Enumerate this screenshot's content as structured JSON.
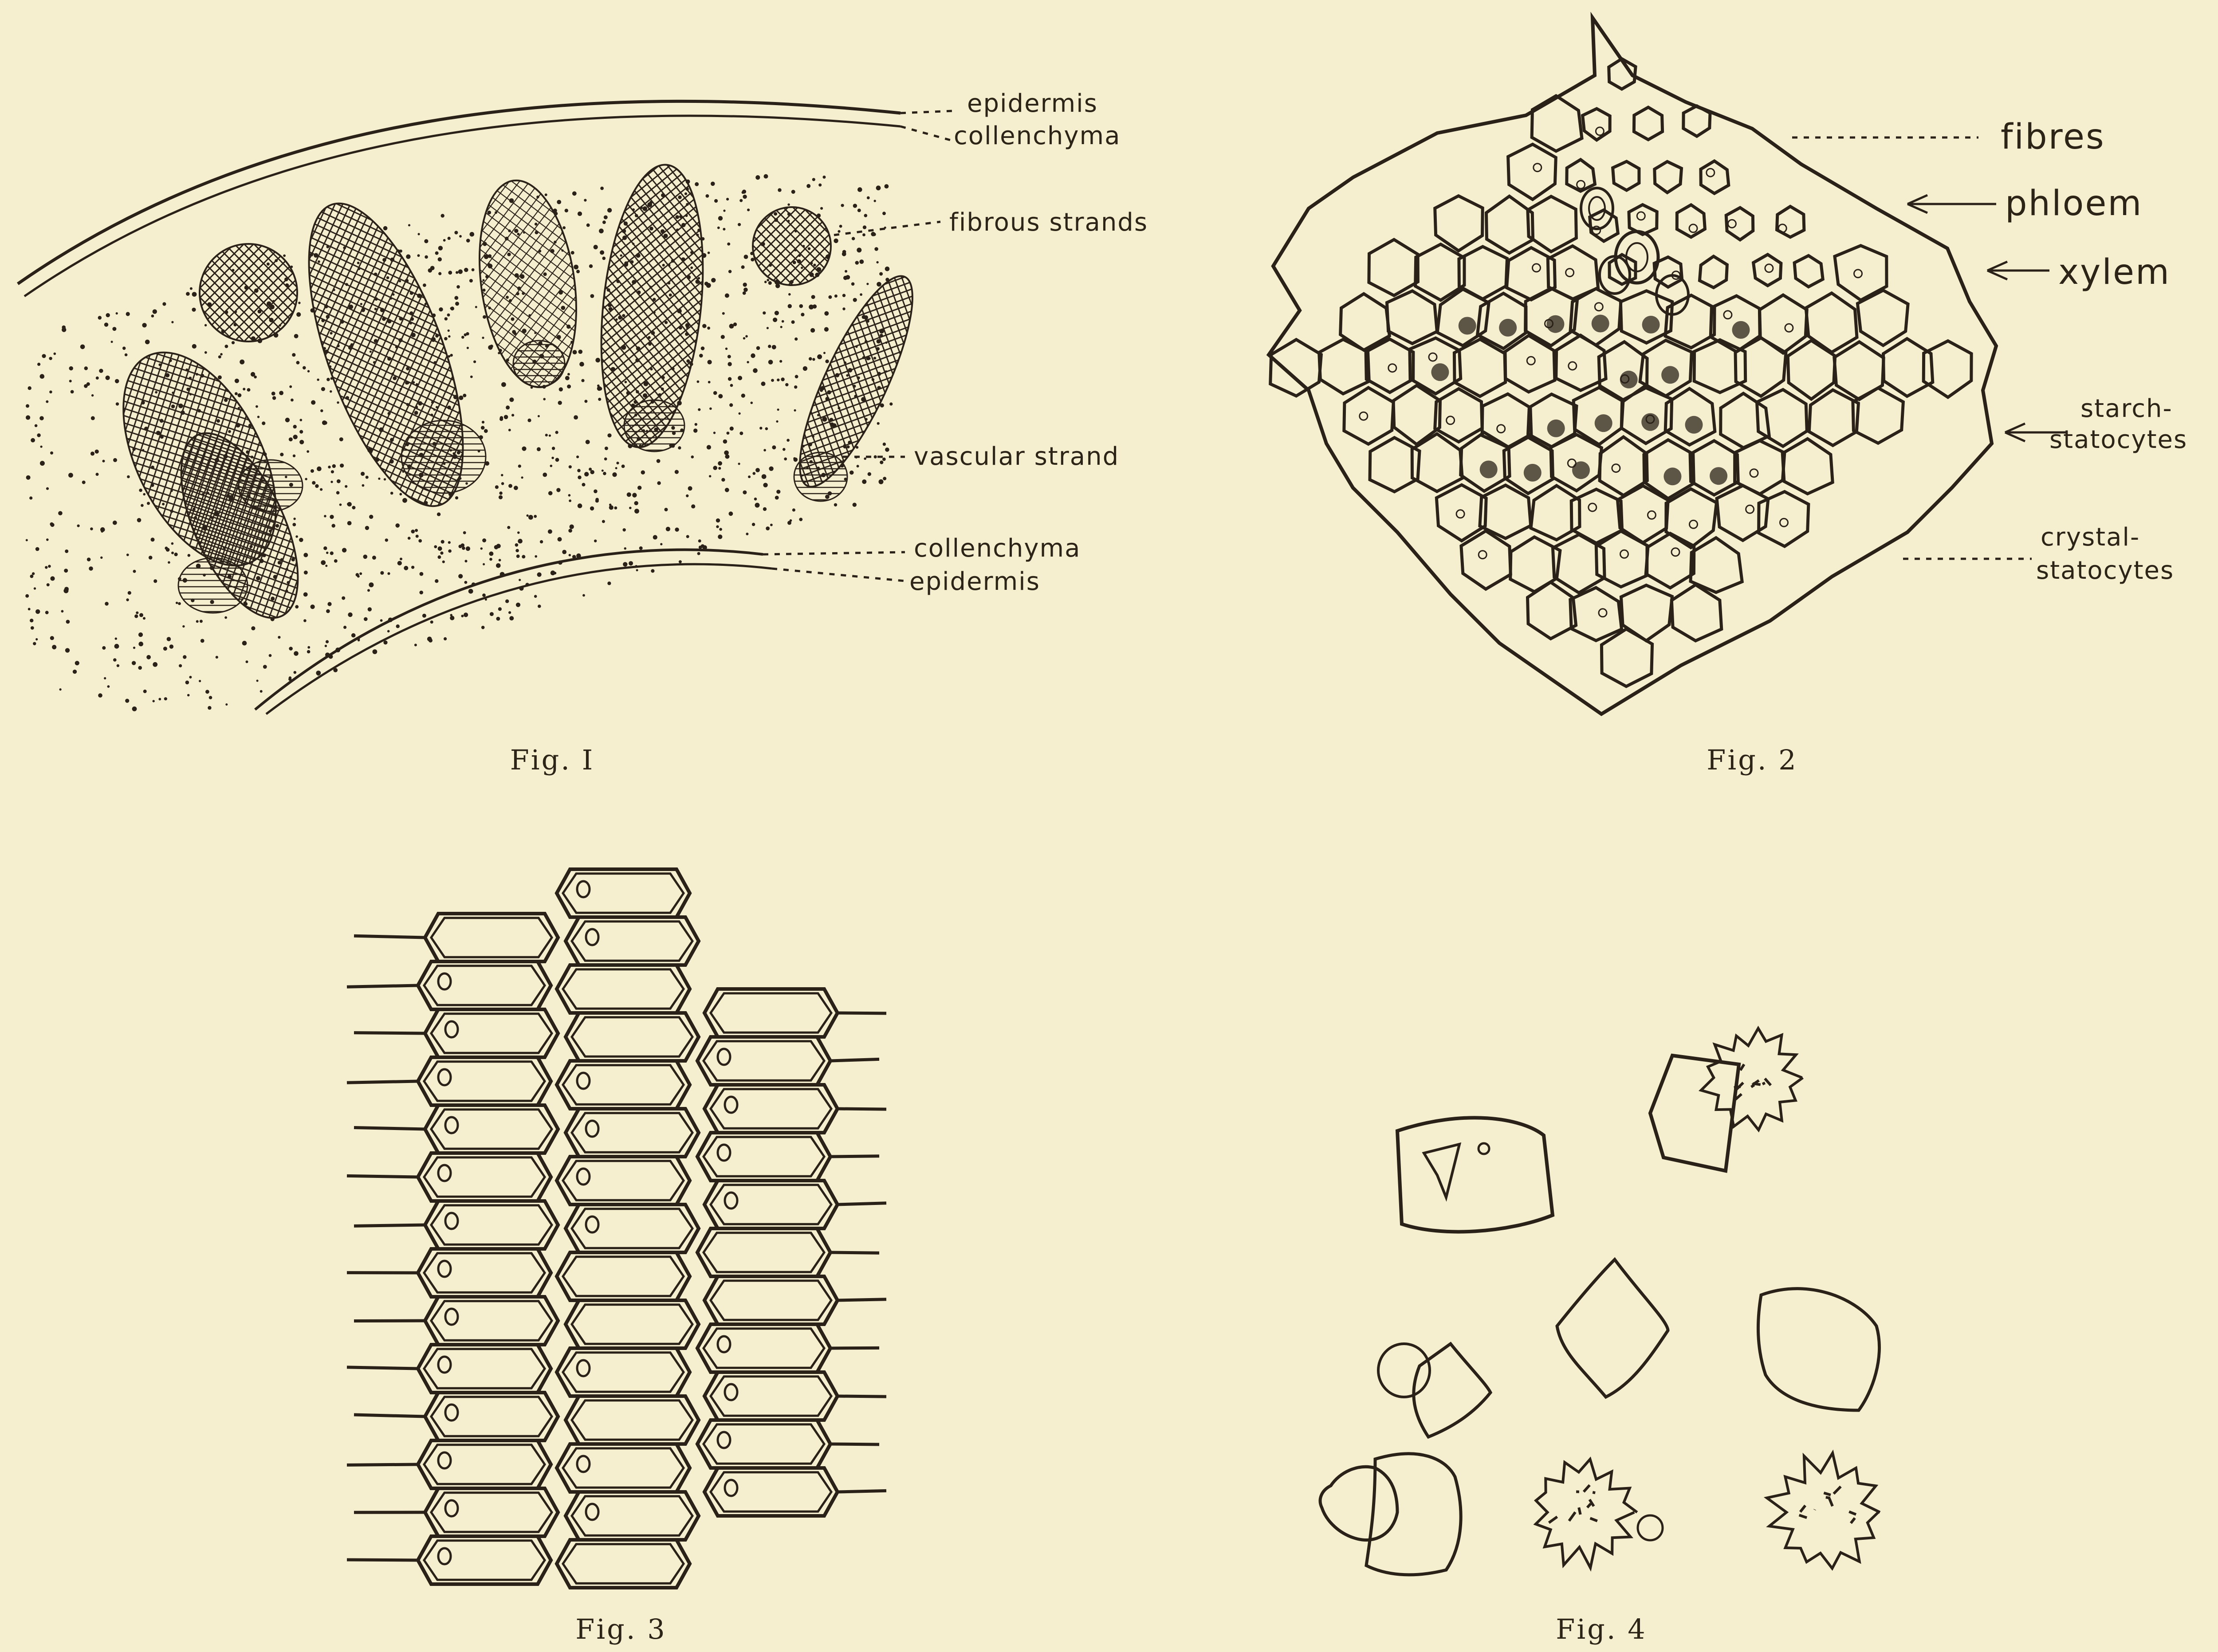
{
  "colors": {
    "paper": "#f6efcf",
    "ink": "#2a2218"
  },
  "fig1": {
    "caption": "Fig. I",
    "labels": {
      "epidermis_top": "epidermis",
      "collenchyma_top": "collenchyma",
      "fibrous_strands": "fibrous strands",
      "vascular_strand": "vascular strand",
      "collenchyma_bottom": "collenchyma",
      "epidermis_bottom": "epidermis"
    }
  },
  "fig2": {
    "caption": "Fig. 2",
    "labels": {
      "fibres": "fibres",
      "phloem": "phloem",
      "xylem": "xylem",
      "starch_1": "starch-",
      "starch_2": "statocytes",
      "crystal_1": "crystal-",
      "crystal_2": "statocytes"
    }
  },
  "fig3": {
    "caption": "Fig. 3"
  },
  "fig4": {
    "caption": "Fig. 4"
  }
}
